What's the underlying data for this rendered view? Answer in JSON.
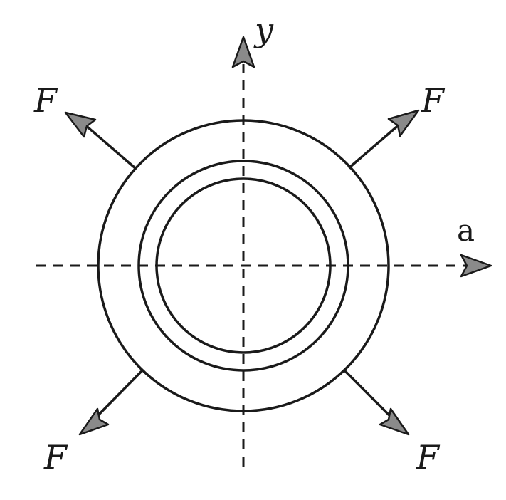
{
  "labels": {
    "y_axis": "y",
    "x_axis": "a",
    "force_top_left": "F",
    "force_top_right": "F",
    "force_bottom_left": "F",
    "force_bottom_right": "F"
  },
  "colors": {
    "stroke": "#1a1a1a",
    "arrow_fill": "#8a8a8a",
    "background": "#ffffff"
  }
}
